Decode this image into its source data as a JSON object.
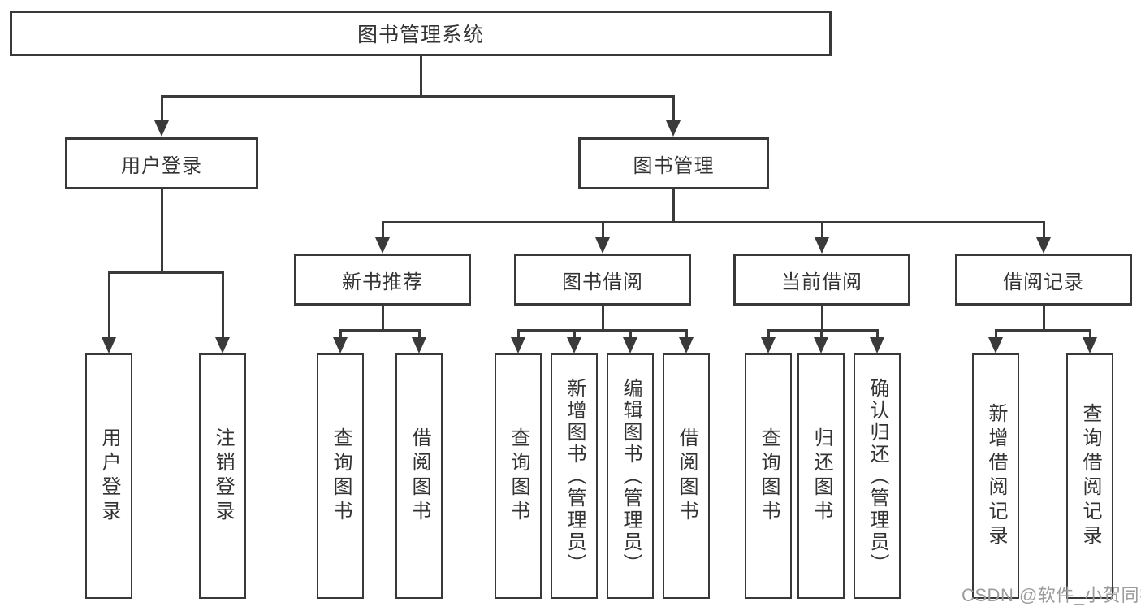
{
  "diagram": {
    "root": "图书管理系统",
    "branches": [
      {
        "label": "用户登录",
        "leaves": [
          "用户登录",
          "注销登录"
        ]
      },
      {
        "label": "图书管理",
        "groups": [
          {
            "label": "新书推荐",
            "leaves": [
              "查询图书",
              "借阅图书"
            ]
          },
          {
            "label": "图书借阅",
            "leaves": [
              "查询图书",
              "新增图书（管理员）",
              "编辑图书（管理员）",
              "借阅图书"
            ]
          },
          {
            "label": "当前借阅",
            "leaves": [
              "查询图书",
              "归还图书",
              "确认归还（管理员）"
            ]
          },
          {
            "label": "借阅记录",
            "leaves": [
              "新增借阅记录",
              "查询借阅记录"
            ]
          }
        ]
      }
    ]
  },
  "watermark": {
    "text": "CSDN @软件_小贺同学",
    "color": "#9c9c9c"
  },
  "colors": {
    "line": "#3a3a3a",
    "text": "#333333",
    "box_fill": "#ffffff",
    "background": "#ffffff"
  }
}
